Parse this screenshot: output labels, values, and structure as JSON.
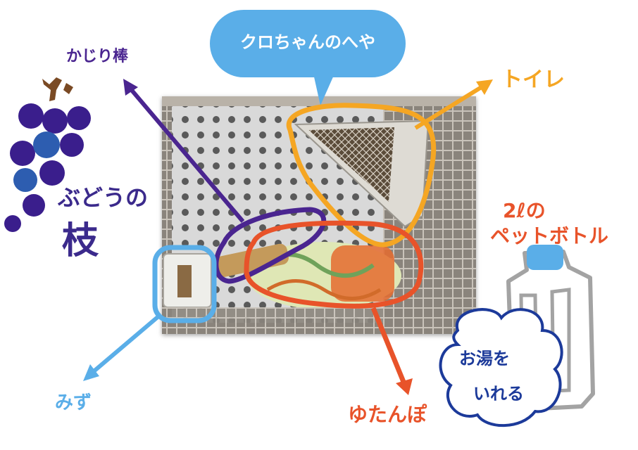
{
  "bubble": {
    "title": "クロちゃんのへや"
  },
  "labels": {
    "toilet": "トイレ",
    "chew_stick": "かじり棒",
    "grape_branch_1": "ぶどうの",
    "grape_branch_2": "枝",
    "bottle_1": "2ℓの",
    "bottle_2": "ペットボトル",
    "water": "みず",
    "hot_water_bottle": "ゆたんぽ",
    "cloud_1": "お湯を",
    "cloud_2": "いれる"
  },
  "colors": {
    "bubble": "#5aaee8",
    "toilet": "#f5a623",
    "chew_stick": "#4a2590",
    "grape_branch": "#3b2a8c",
    "water": "#5aaee8",
    "hot_water_bottle": "#e8532a",
    "cloud_text": "#1c3a9a"
  }
}
